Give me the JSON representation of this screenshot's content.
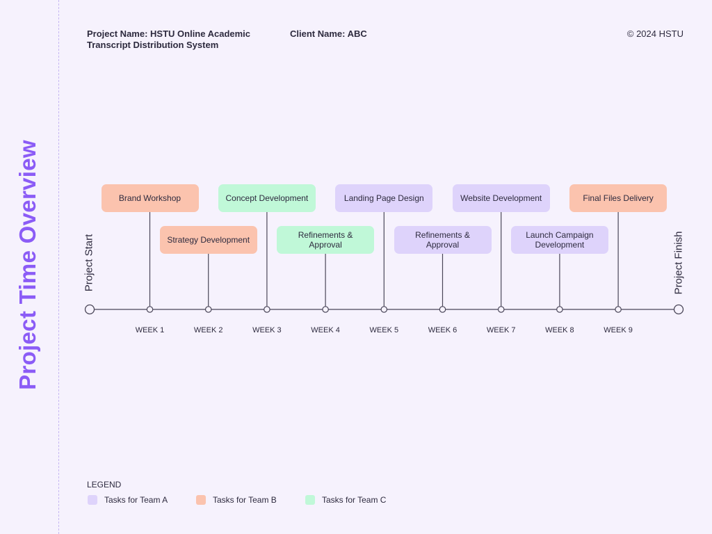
{
  "side_title": "Project Time Overview",
  "header": {
    "project_name": "Project Name: HSTU Online Academic Transcript Distribution System",
    "client_name": "Client Name: ABC",
    "copyright": "© 2024 HSTU"
  },
  "timeline": {
    "start_label": "Project Start",
    "finish_label": "Project Finish",
    "weeks": [
      "WEEK 1",
      "WEEK 2",
      "WEEK 3",
      "WEEK 4",
      "WEEK 5",
      "WEEK 6",
      "WEEK 7",
      "WEEK 8",
      "WEEK 9"
    ]
  },
  "tasks": [
    {
      "label": "Brand Workshop",
      "team": "B",
      "week": 1
    },
    {
      "label": "Strategy Development",
      "team": "B",
      "week": 2
    },
    {
      "label": "Concept Development",
      "team": "C",
      "week": 3
    },
    {
      "label": "Refinements & Approval",
      "team": "C",
      "week": 4
    },
    {
      "label": "Landing Page Design",
      "team": "A",
      "week": 5
    },
    {
      "label": "Refinements & Approval",
      "team": "A",
      "week": 6
    },
    {
      "label": "Website Development",
      "team": "A",
      "week": 7
    },
    {
      "label": "Launch Campaign Development",
      "team": "A",
      "week": 8
    },
    {
      "label": "Final Files Delivery",
      "team": "B",
      "week": 9
    }
  ],
  "legend": {
    "title": "LEGEND",
    "items": [
      {
        "label": "Tasks for Team A",
        "color": "#ded3fb"
      },
      {
        "label": "Tasks for Team B",
        "color": "#fbc3ae"
      },
      {
        "label": "Tasks for Team C",
        "color": "#c0f8d8"
      }
    ]
  },
  "colors": {
    "accent": "#8b5cf6",
    "team_a": "#ded3fb",
    "team_b": "#fbc3ae",
    "team_c": "#c0f8d8",
    "line": "#4a4658"
  }
}
